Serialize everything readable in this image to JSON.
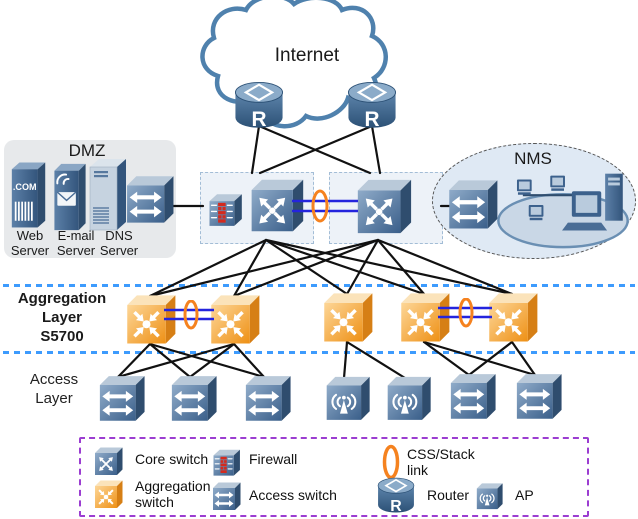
{
  "cloud": {
    "label": "Internet"
  },
  "routers": {
    "letter": "R"
  },
  "dmz": {
    "title": "DMZ",
    "web_server": {
      "face_text": ".COM",
      "label": "Web Server"
    },
    "email_server": {
      "label": "E-mail Server"
    },
    "dns_server": {
      "label": "DNS Server"
    }
  },
  "nms": {
    "title": "NMS"
  },
  "layers": {
    "aggregation": {
      "line1": "Aggregation",
      "line2": "Layer",
      "line3": "S5700"
    },
    "access": {
      "line1": "Access",
      "line2": "Layer"
    }
  },
  "legend": {
    "items": [
      {
        "name": "core-switch",
        "label": "Core switch"
      },
      {
        "name": "firewall",
        "label": "Firewall"
      },
      {
        "name": "css-stack-link",
        "label": "CSS/Stack link"
      },
      {
        "name": "aggregation-switch",
        "label": "Aggregation switch"
      },
      {
        "name": "access-switch",
        "label": "Access switch"
      },
      {
        "name": "router",
        "label": "Router"
      },
      {
        "name": "ap",
        "label": "AP"
      }
    ]
  },
  "colors": {
    "cloud_outline": "#4f81ad",
    "device_blue": "#3a5f8a",
    "device_orange": "#ee9015",
    "stack_link_orange": "#f5821f",
    "stack_link_blue": "#2424dd",
    "layer_boundary_blue": "#3d9bfd",
    "legend_border_purple": "#9b3dd1",
    "connection_line": "#111111",
    "dmz_panel": "#e7e9eb",
    "nms_fill": "#dfe9f4"
  }
}
